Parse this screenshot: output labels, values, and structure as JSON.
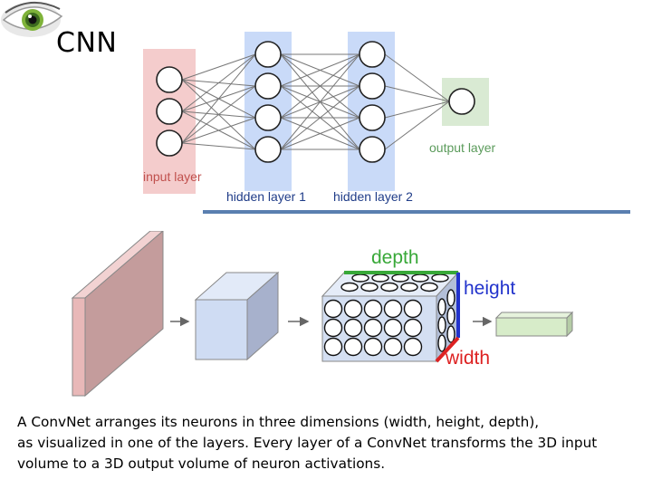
{
  "slide": {
    "title": "CNN",
    "caption_lines": [
      "A ConvNet arranges its neurons in three dimensions (width, height, depth),",
      "as visualized in one of the layers. Every layer of a ConvNet transforms the 3D input",
      "volume to a 3D output volume of neuron activations."
    ]
  },
  "neural_net": {
    "layers": [
      {
        "label": "input layer",
        "neurons": 3,
        "label_color": "#c0504d",
        "fill": "#f4cccc"
      },
      {
        "label": "hidden layer 1",
        "neurons": 4,
        "label_color": "#1f3c88",
        "fill": "#c9daf8"
      },
      {
        "label": "hidden layer 2",
        "neurons": 4,
        "label_color": "#1f3c88",
        "fill": "#c9daf8"
      },
      {
        "label": "output layer",
        "neurons": 1,
        "label_color": "#5b9b5b",
        "fill": "#d9ead3"
      }
    ]
  },
  "convnet": {
    "dimension_labels": {
      "depth": "depth",
      "height": "height",
      "width": "width"
    },
    "colors": {
      "depth": "#38a838",
      "height": "#2233cc",
      "width": "#dd2222"
    }
  },
  "icons": {
    "logo": "eye-icon",
    "flow_arrow": "arrow-right-icon"
  }
}
